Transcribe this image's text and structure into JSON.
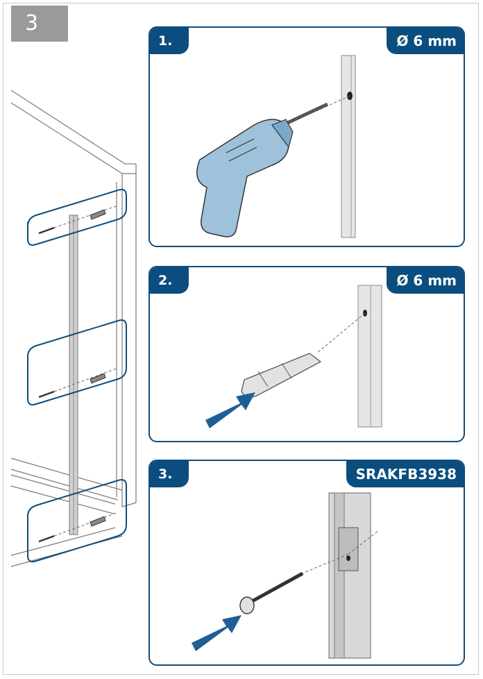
{
  "step_number": "3",
  "panels": [
    {
      "label": "1.",
      "badge": "Ø 6 mm"
    },
    {
      "label": "2.",
      "badge": "Ø 6 mm"
    },
    {
      "label": "3.",
      "badge": "SRAKFB3938"
    }
  ],
  "colors": {
    "accent": "#0b4d7e",
    "tab_grey": "#9a9a9a",
    "drill_body": "#9ec2da",
    "arrow": "#1f5f96"
  },
  "icons": [
    "drill-icon",
    "wall-plug-icon",
    "screw-icon",
    "push-arrow-icon"
  ]
}
